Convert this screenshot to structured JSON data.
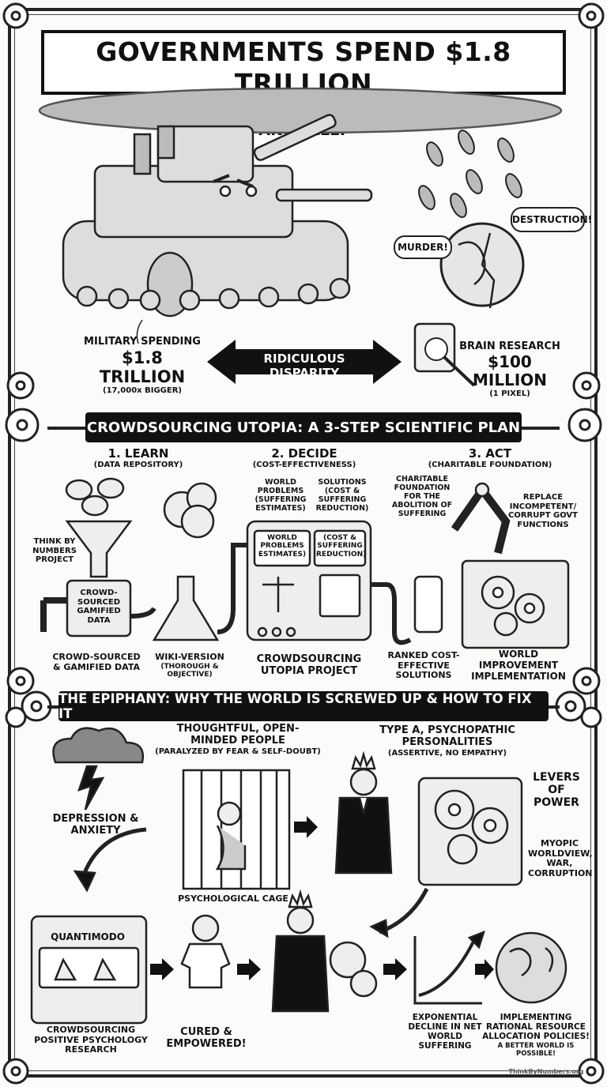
{
  "title": {
    "line1": "GOVERNMENTS SPEND $1.8 TRILLION",
    "line2": "MURDERING US AND DESTROYING OUR PROPERTY ANNUALLY"
  },
  "top": {
    "murder_bubble": "MURDER!",
    "destruction_bubble": "DESTRUCTION!",
    "military": {
      "label": "MILITARY SPENDING",
      "amount": "$1.8 TRILLION",
      "note": "(17,000x BIGGER)"
    },
    "disparity": "RIDICULOUS DISPARITY",
    "brain": {
      "label": "BRAIN RESEARCH",
      "amount": "$100 MILLION",
      "note": "(1 PIXEL)"
    }
  },
  "plan": {
    "banner": "CROWDSOURCING UTOPIA: A 3-STEP SCIENTIFIC PLAN",
    "step1": {
      "title": "1. LEARN",
      "sub": "(DATA REPOSITORY)",
      "think": "THINK BY NUMBERS PROJECT",
      "box": "CROWD-SOURCED GAMIFIED DATA",
      "caption": "CROWD-SOURCED & GAMIFIED DATA",
      "wiki": "WIKI-VERSION",
      "wiki_sub": "(THOROUGH & OBJECTIVE)"
    },
    "step2": {
      "title": "2. DECIDE",
      "sub": "(COST-EFFECTIVENESS)",
      "wp_top": "WORLD PROBLEMS (SUFFERING ESTIMATES)",
      "sol_top": "SOLUTIONS (COST & SUFFERING REDUCTION)",
      "wp_panel": "WORLD PROBLEMS ESTIMATES)",
      "sol_panel": "(COST & SUFFERING REDUCTION)",
      "caption": "CROWDSOURCING UTOPIA PROJECT"
    },
    "step3": {
      "title": "3. ACT",
      "sub": "(CHARITABLE FOUNDATION)",
      "foundation": "CHARITABLE FOUNDATION FOR THE ABOLITION OF SUFFERING",
      "replace": "REPLACE INCOMPETENT/ CORRUPT GOVT FUNCTIONS",
      "ranked": "RANKED COST-EFFECTIVE SOLUTIONS",
      "world": "WORLD IMPROVEMENT IMPLEMENTATION"
    }
  },
  "epiphany": {
    "banner": "THE EPIPHANY: WHY THE WORLD IS SCREWED UP & HOW TO FIX IT",
    "depression": "DEPRESSION & ANXIETY",
    "thoughtful": "THOUGHTFUL, OPEN-MINDED PEOPLE",
    "thoughtful_sub": "(PARALYZED BY FEAR & SELF-DOUBT)",
    "cage": "PSYCHOLOGICAL CAGE",
    "typea": "TYPE A, PSYCHOPATHIC PERSONALITIES",
    "typea_sub": "(ASSERTIVE, NO EMPATHY)",
    "levers": "LEVERS OF POWER",
    "myopic": "MYOPIC WORLDVIEW, WAR, CORRUPTION",
    "quantimodo": "QUANTIMODO",
    "crowd_psych": "CROWDSOURCING POSITIVE PSYCHOLOGY RESEARCH",
    "cured": "CURED & EMPOWERED!",
    "exponential": "EXPONENTIAL DECLINE IN NET WORLD SUFFERING",
    "implementing": "IMPLEMENTING RATIONAL RESOURCE ALLOCATION POLICIES!",
    "better": "A BETTER WORLD IS POSSIBLE!"
  },
  "footer": {
    "credit": "ThinkByNumbers.org"
  }
}
